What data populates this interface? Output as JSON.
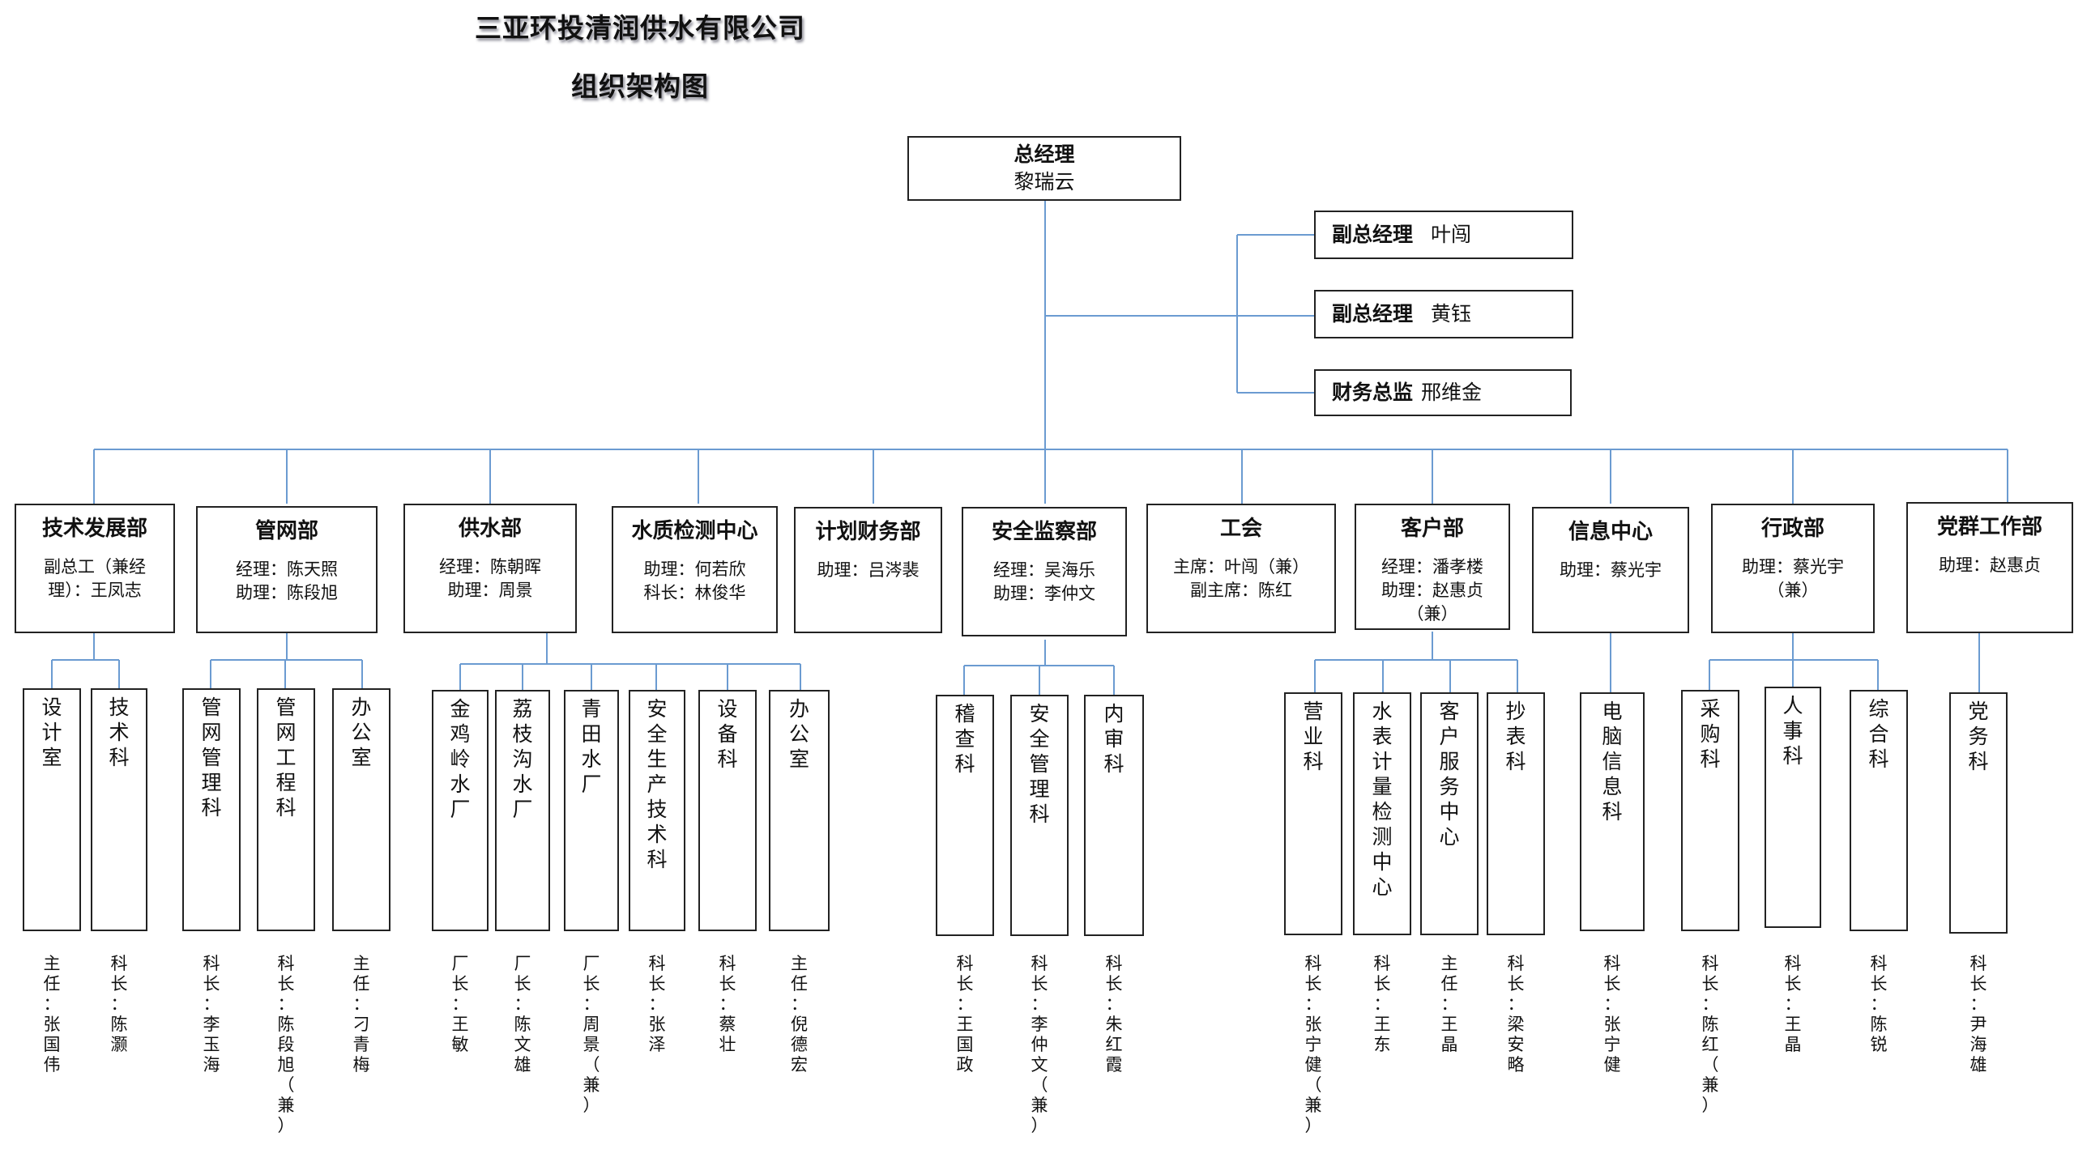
{
  "header": {
    "company": "三亚环投清润供水有限公司",
    "chart_title": "组织架构图"
  },
  "general_manager": {
    "title": "总经理",
    "name": "黎瑞云"
  },
  "executives": [
    {
      "title": "副总经理",
      "name": "叶闯"
    },
    {
      "title": "副总经理",
      "name": "黄钰"
    },
    {
      "title": "财务总监",
      "name": "邢维金"
    }
  ],
  "departments": [
    {
      "name": "技术发展部",
      "lines": [
        "副总工（兼经",
        "理）：王凤志"
      ],
      "sections": [
        {
          "name": "设计室",
          "leader": "主任：张国伟"
        },
        {
          "name": "技术科",
          "leader": "科长：陈灏"
        }
      ]
    },
    {
      "name": "管网部",
      "lines": [
        "经理：陈天照",
        "助理：陈段旭"
      ],
      "sections": [
        {
          "name": "管网管理科",
          "leader": "科长：李玉海"
        },
        {
          "name": "管网工程科",
          "leader": "科长：陈段旭（兼）"
        },
        {
          "name": "办公室",
          "leader": "主任：刁青梅"
        }
      ]
    },
    {
      "name": "供水部",
      "lines": [
        "经理：陈朝晖",
        "助理：周景"
      ],
      "sections": [
        {
          "name": "金鸡岭水厂",
          "leader": "厂长：王敏"
        },
        {
          "name": "荔枝沟水厂",
          "leader": "厂长：陈文雄"
        },
        {
          "name": "青田水厂",
          "leader": "厂长：周景（兼）"
        },
        {
          "name": "安全生产技术科",
          "leader": "科长：张泽"
        },
        {
          "name": "设备科",
          "leader": "科长：蔡壮"
        },
        {
          "name": "办公室",
          "leader": "主任：倪德宏"
        }
      ]
    },
    {
      "name": "水质检测中心",
      "lines": [
        "助理：何若欣",
        "科长：林俊华"
      ],
      "sections": []
    },
    {
      "name": "计划财务部",
      "lines": [
        "助理：吕涔裴"
      ],
      "sections": []
    },
    {
      "name": "安全监察部",
      "lines": [
        "经理：吴海乐",
        "助理：李仲文"
      ],
      "sections": [
        {
          "name": "稽查科",
          "leader": "科长：王国政"
        },
        {
          "name": "安全管理科",
          "leader": "科长：李仲文（兼）"
        },
        {
          "name": "内审科",
          "leader": "科长：朱红霞"
        }
      ]
    },
    {
      "name": "工会",
      "lines": [
        "主席：叶闯（兼）",
        "副主席：陈红"
      ],
      "sections": []
    },
    {
      "name": "客户部",
      "lines": [
        "经理：潘孝楼",
        "助理：赵惠贞",
        "（兼）"
      ],
      "sections": [
        {
          "name": "营业科",
          "leader": "科长：张宁健（兼）"
        },
        {
          "name": "水表计量检测中心",
          "leader": "科长：王东"
        },
        {
          "name": "客户服务中心",
          "leader": "主任：王晶"
        },
        {
          "name": "抄表科",
          "leader": "科长：梁安略"
        }
      ]
    },
    {
      "name": "信息中心",
      "lines": [
        "助理：蔡光宇"
      ],
      "sections": [
        {
          "name": "电脑信息科",
          "leader": "科长：张宁健"
        }
      ]
    },
    {
      "name": "行政部",
      "lines": [
        "助理：蔡光宇",
        "（兼）"
      ],
      "sections": [
        {
          "name": "采购科",
          "leader": "科长：陈红（兼）"
        },
        {
          "name": "人事科",
          "leader": "科长：王晶"
        },
        {
          "name": "综合科",
          "leader": "科长：陈锐"
        }
      ]
    },
    {
      "name": "党群工作部",
      "lines": [
        "助理：赵惠贞"
      ],
      "sections": [
        {
          "name": "党务科",
          "leader": "科长：尹海雄"
        }
      ]
    }
  ]
}
